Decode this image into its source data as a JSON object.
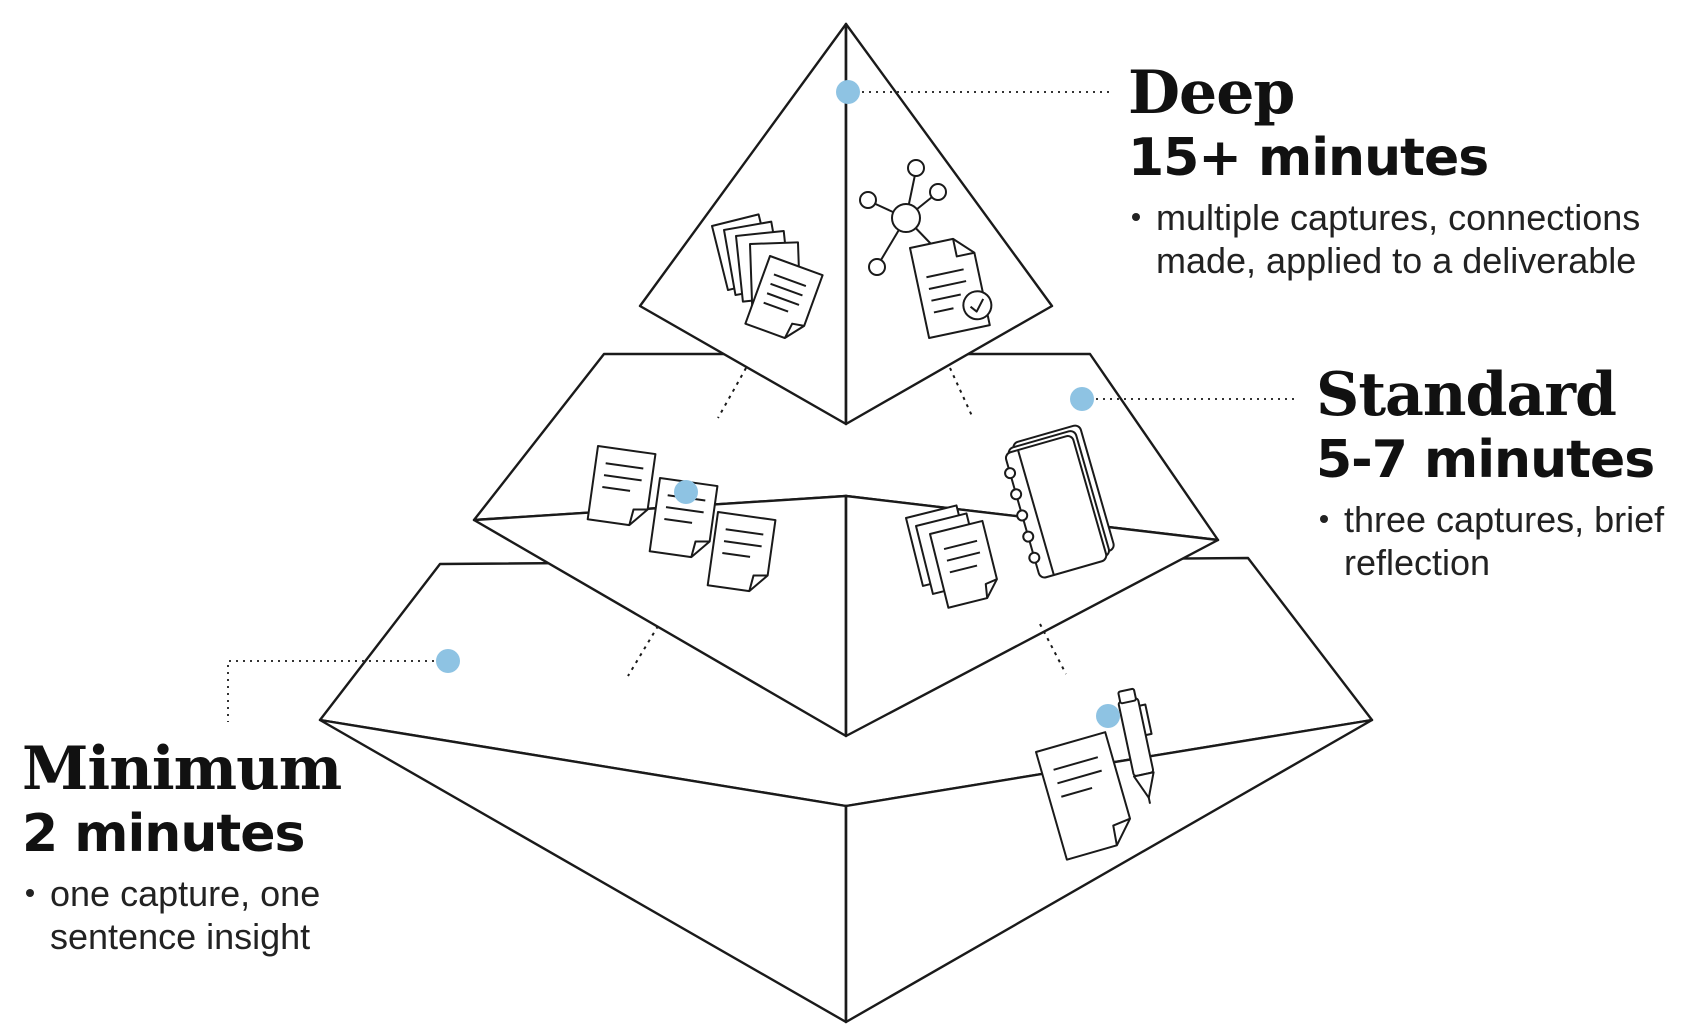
{
  "tiers": {
    "deep": {
      "name": "Deep",
      "time": "15+ minutes",
      "description": "multiple captures, connections made, applied to a deliverable"
    },
    "standard": {
      "name": "Standard",
      "time": "5-7 minutes",
      "description": "three captures, brief reflection"
    },
    "minimum": {
      "name": "Minimum",
      "time": "2 minutes",
      "description": "one capture, one sentence insight"
    }
  },
  "colors": {
    "marker_dot": "#8ec3e3",
    "outline": "#1a1a1a",
    "text": "#111111"
  },
  "icons": [
    "stacked-notes-icon",
    "network-nodes-icon",
    "approved-document-icon",
    "three-notes-icon",
    "notes-pile-icon",
    "notebook-icon",
    "single-note-icon",
    "pen-icon"
  ]
}
